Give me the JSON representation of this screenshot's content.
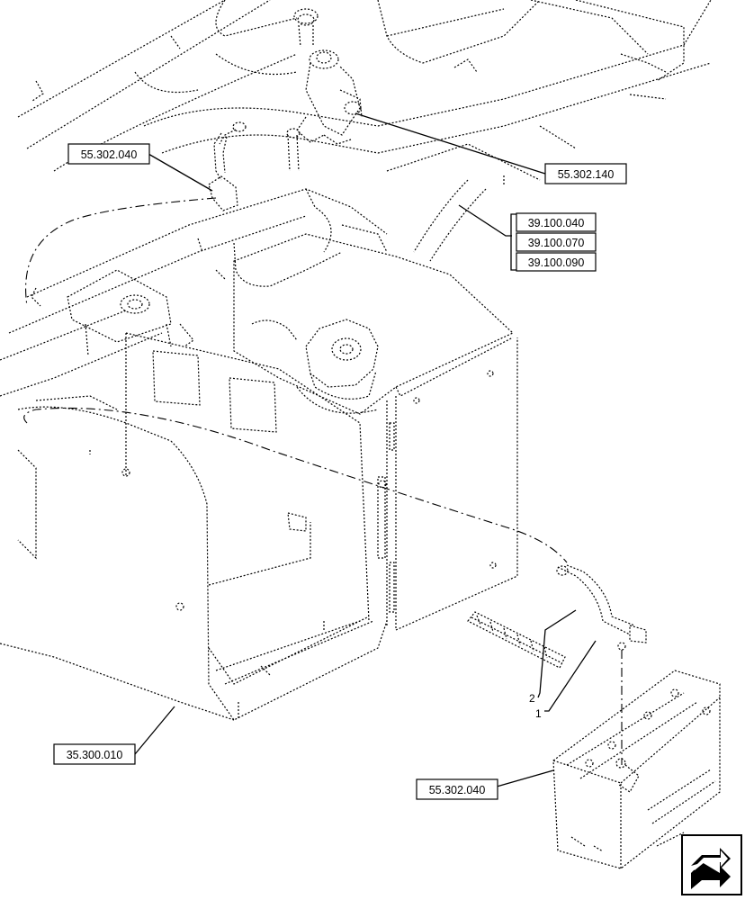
{
  "references": {
    "top_left": "55.302.040",
    "top_right": "55.302.140",
    "group_1": "39.100.040",
    "group_2": "39.100.070",
    "group_3": "39.100.090",
    "bottom_left": "35.300.010",
    "bottom_right": "55.302.040"
  },
  "callouts": {
    "item_2": "2",
    "item_1": "1"
  },
  "nav_icon": "next-page-arrow-icon"
}
